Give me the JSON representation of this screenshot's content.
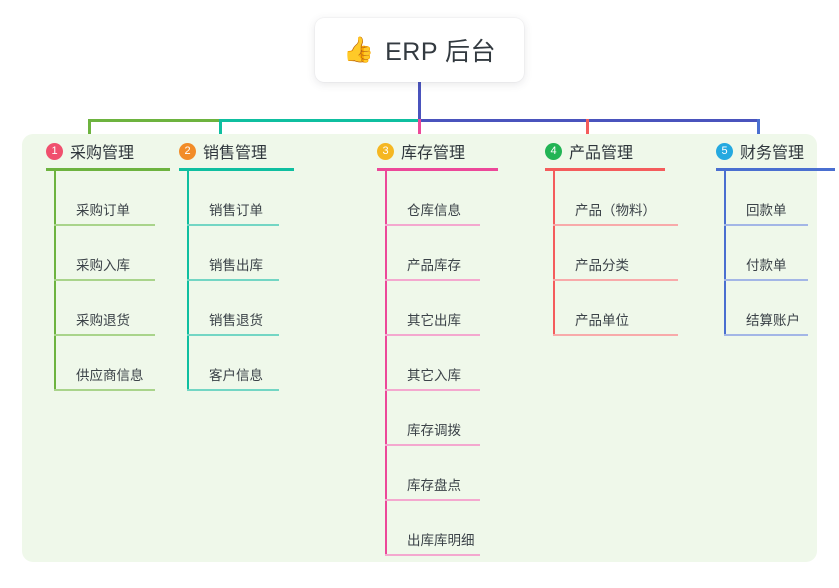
{
  "root": {
    "icon": "thumbs-up-emoji",
    "emoji": "👍",
    "title": "ERP 后台"
  },
  "theme": {
    "panel_bg": "#eff8ea",
    "page_bg": "#ffffff",
    "root_stem": "#4a53bd",
    "bus_green": "#6db33f",
    "bus_teal": "#0fbfa0",
    "bus_blue": "#4a53bd"
  },
  "columns": [
    {
      "number": "1",
      "title": "采购管理",
      "badge_color": "#f0506e",
      "line_color": "#6db33f",
      "leaf_line_color": "#a9d48b",
      "stub_color": "#6db33f",
      "items": [
        "采购订单",
        "采购入库",
        "采购退货",
        "供应商信息"
      ]
    },
    {
      "number": "2",
      "title": "销售管理",
      "badge_color": "#f28c28",
      "line_color": "#0fbfa0",
      "leaf_line_color": "#73d6c4",
      "stub_color": "#0fbfa0",
      "items": [
        "销售订单",
        "销售出库",
        "销售退货",
        "客户信息"
      ]
    },
    {
      "number": "3",
      "title": "库存管理",
      "badge_color": "#f5b722",
      "line_color": "#ec4899",
      "leaf_line_color": "#f4a8cf",
      "stub_color": "#ec4899",
      "items": [
        "仓库信息",
        "产品库存",
        "其它出库",
        "其它入库",
        "库存调拨",
        "库存盘点",
        "出库库明细"
      ]
    },
    {
      "number": "4",
      "title": "产品管理",
      "badge_color": "#22b455",
      "line_color": "#f45c5c",
      "leaf_line_color": "#f8aaaa",
      "stub_color": "#f45c5c",
      "items": [
        "产品（物料）",
        "产品分类",
        "产品单位"
      ]
    },
    {
      "number": "5",
      "title": "财务管理",
      "badge_color": "#25a9e0",
      "line_color": "#4a6fd0",
      "leaf_line_color": "#a3b6e6",
      "stub_color": "#4a6fd0",
      "items": [
        "回款单",
        "付款单",
        "结算账户"
      ]
    }
  ]
}
